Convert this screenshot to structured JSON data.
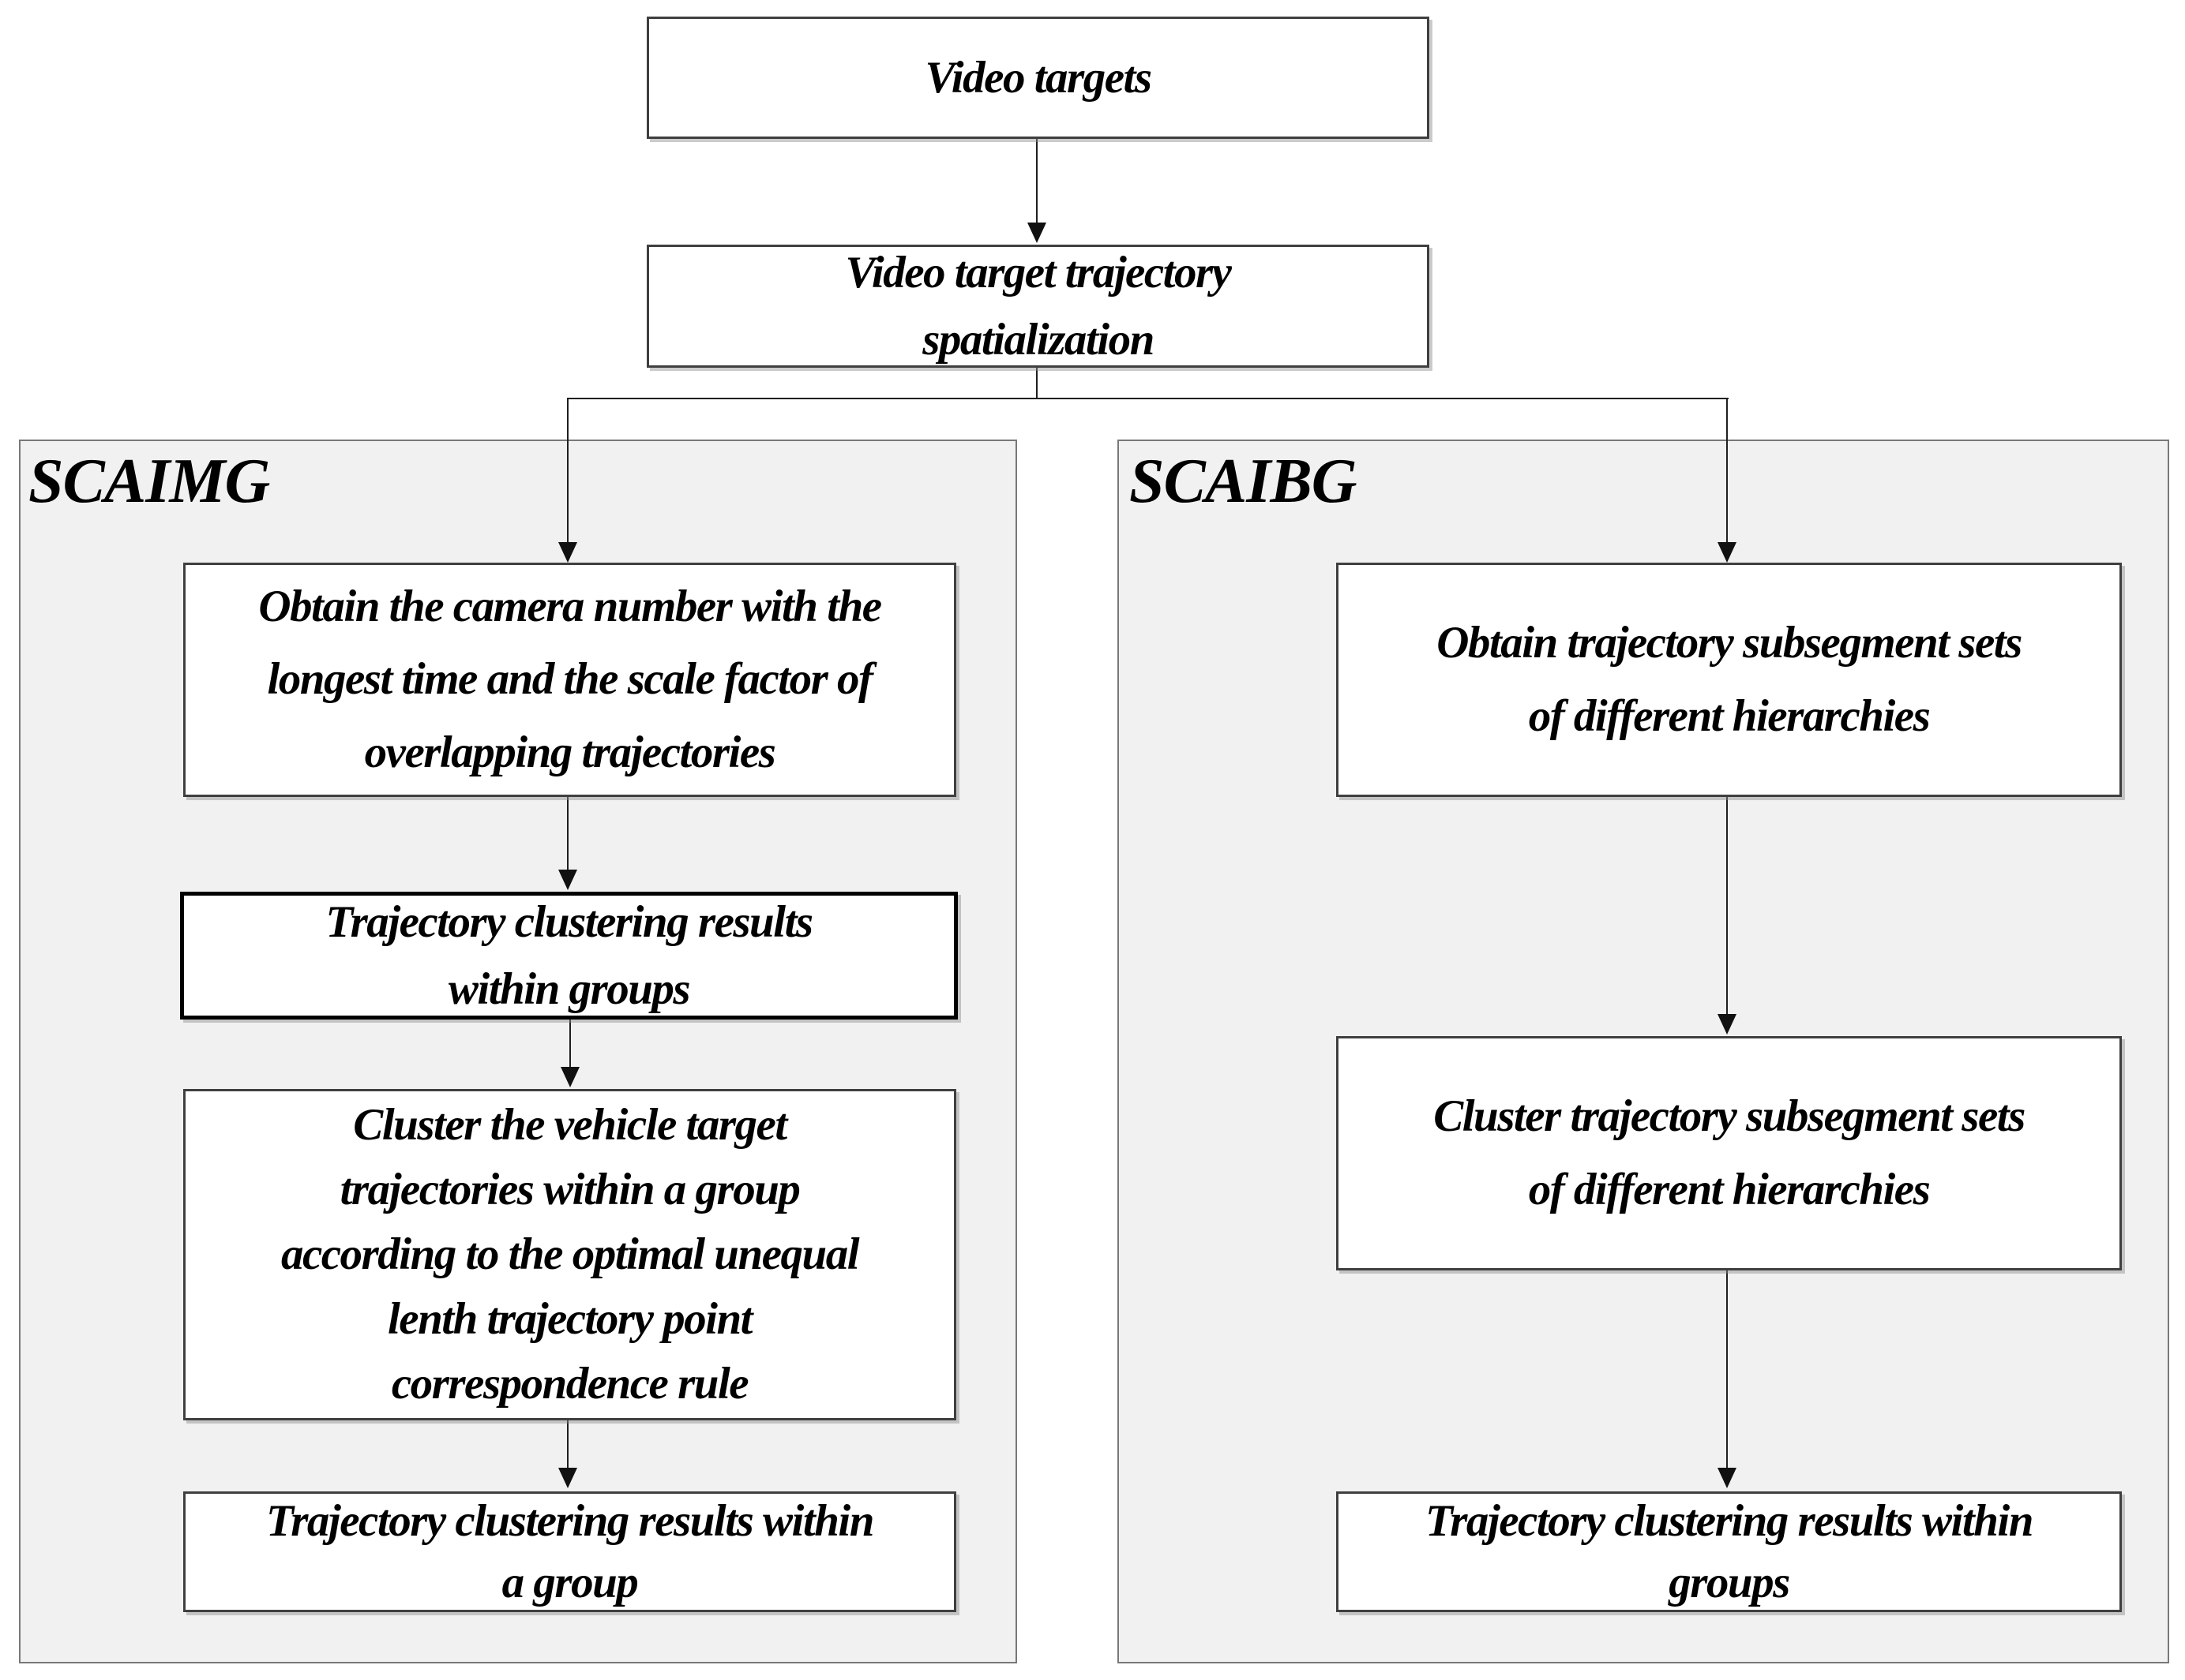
{
  "diagram": {
    "nodes": {
      "video_targets": {
        "label": "Video targets"
      },
      "spatialization": {
        "label": "Video target trajectory\nspatialization"
      },
      "scaimg": {
        "group_label": "SCAIMG",
        "step1": {
          "label": "Obtain the camera number with the\nlongest time and the scale factor of\noverlapping trajectories"
        },
        "step2": {
          "label": "Trajectory clustering results\nwithin groups"
        },
        "step3": {
          "label": "Cluster the vehicle target\ntrajectories within a group\naccording to the optimal unequal\nlenth trajectory point\ncorrespondence rule"
        },
        "step4": {
          "label": "Trajectory clustering results within\na group"
        }
      },
      "scaibg": {
        "group_label": "SCAIBG",
        "step1": {
          "label": "Obtain trajectory subsegment sets\nof different hierarchies"
        },
        "step2": {
          "label": "Cluster trajectory subsegment sets\nof different hierarchies"
        },
        "step3": {
          "label": "Trajectory clustering results within\ngroups"
        }
      }
    },
    "colors": {
      "background": "#ffffff",
      "panel_fill": "#f1f1f1",
      "panel_border": "#787878",
      "box_fill": "#ffffff",
      "box_border": "#3f3f3f",
      "emphasis_border": "#000000",
      "connector_line": "#1f1f1f",
      "text": "#000000"
    }
  }
}
